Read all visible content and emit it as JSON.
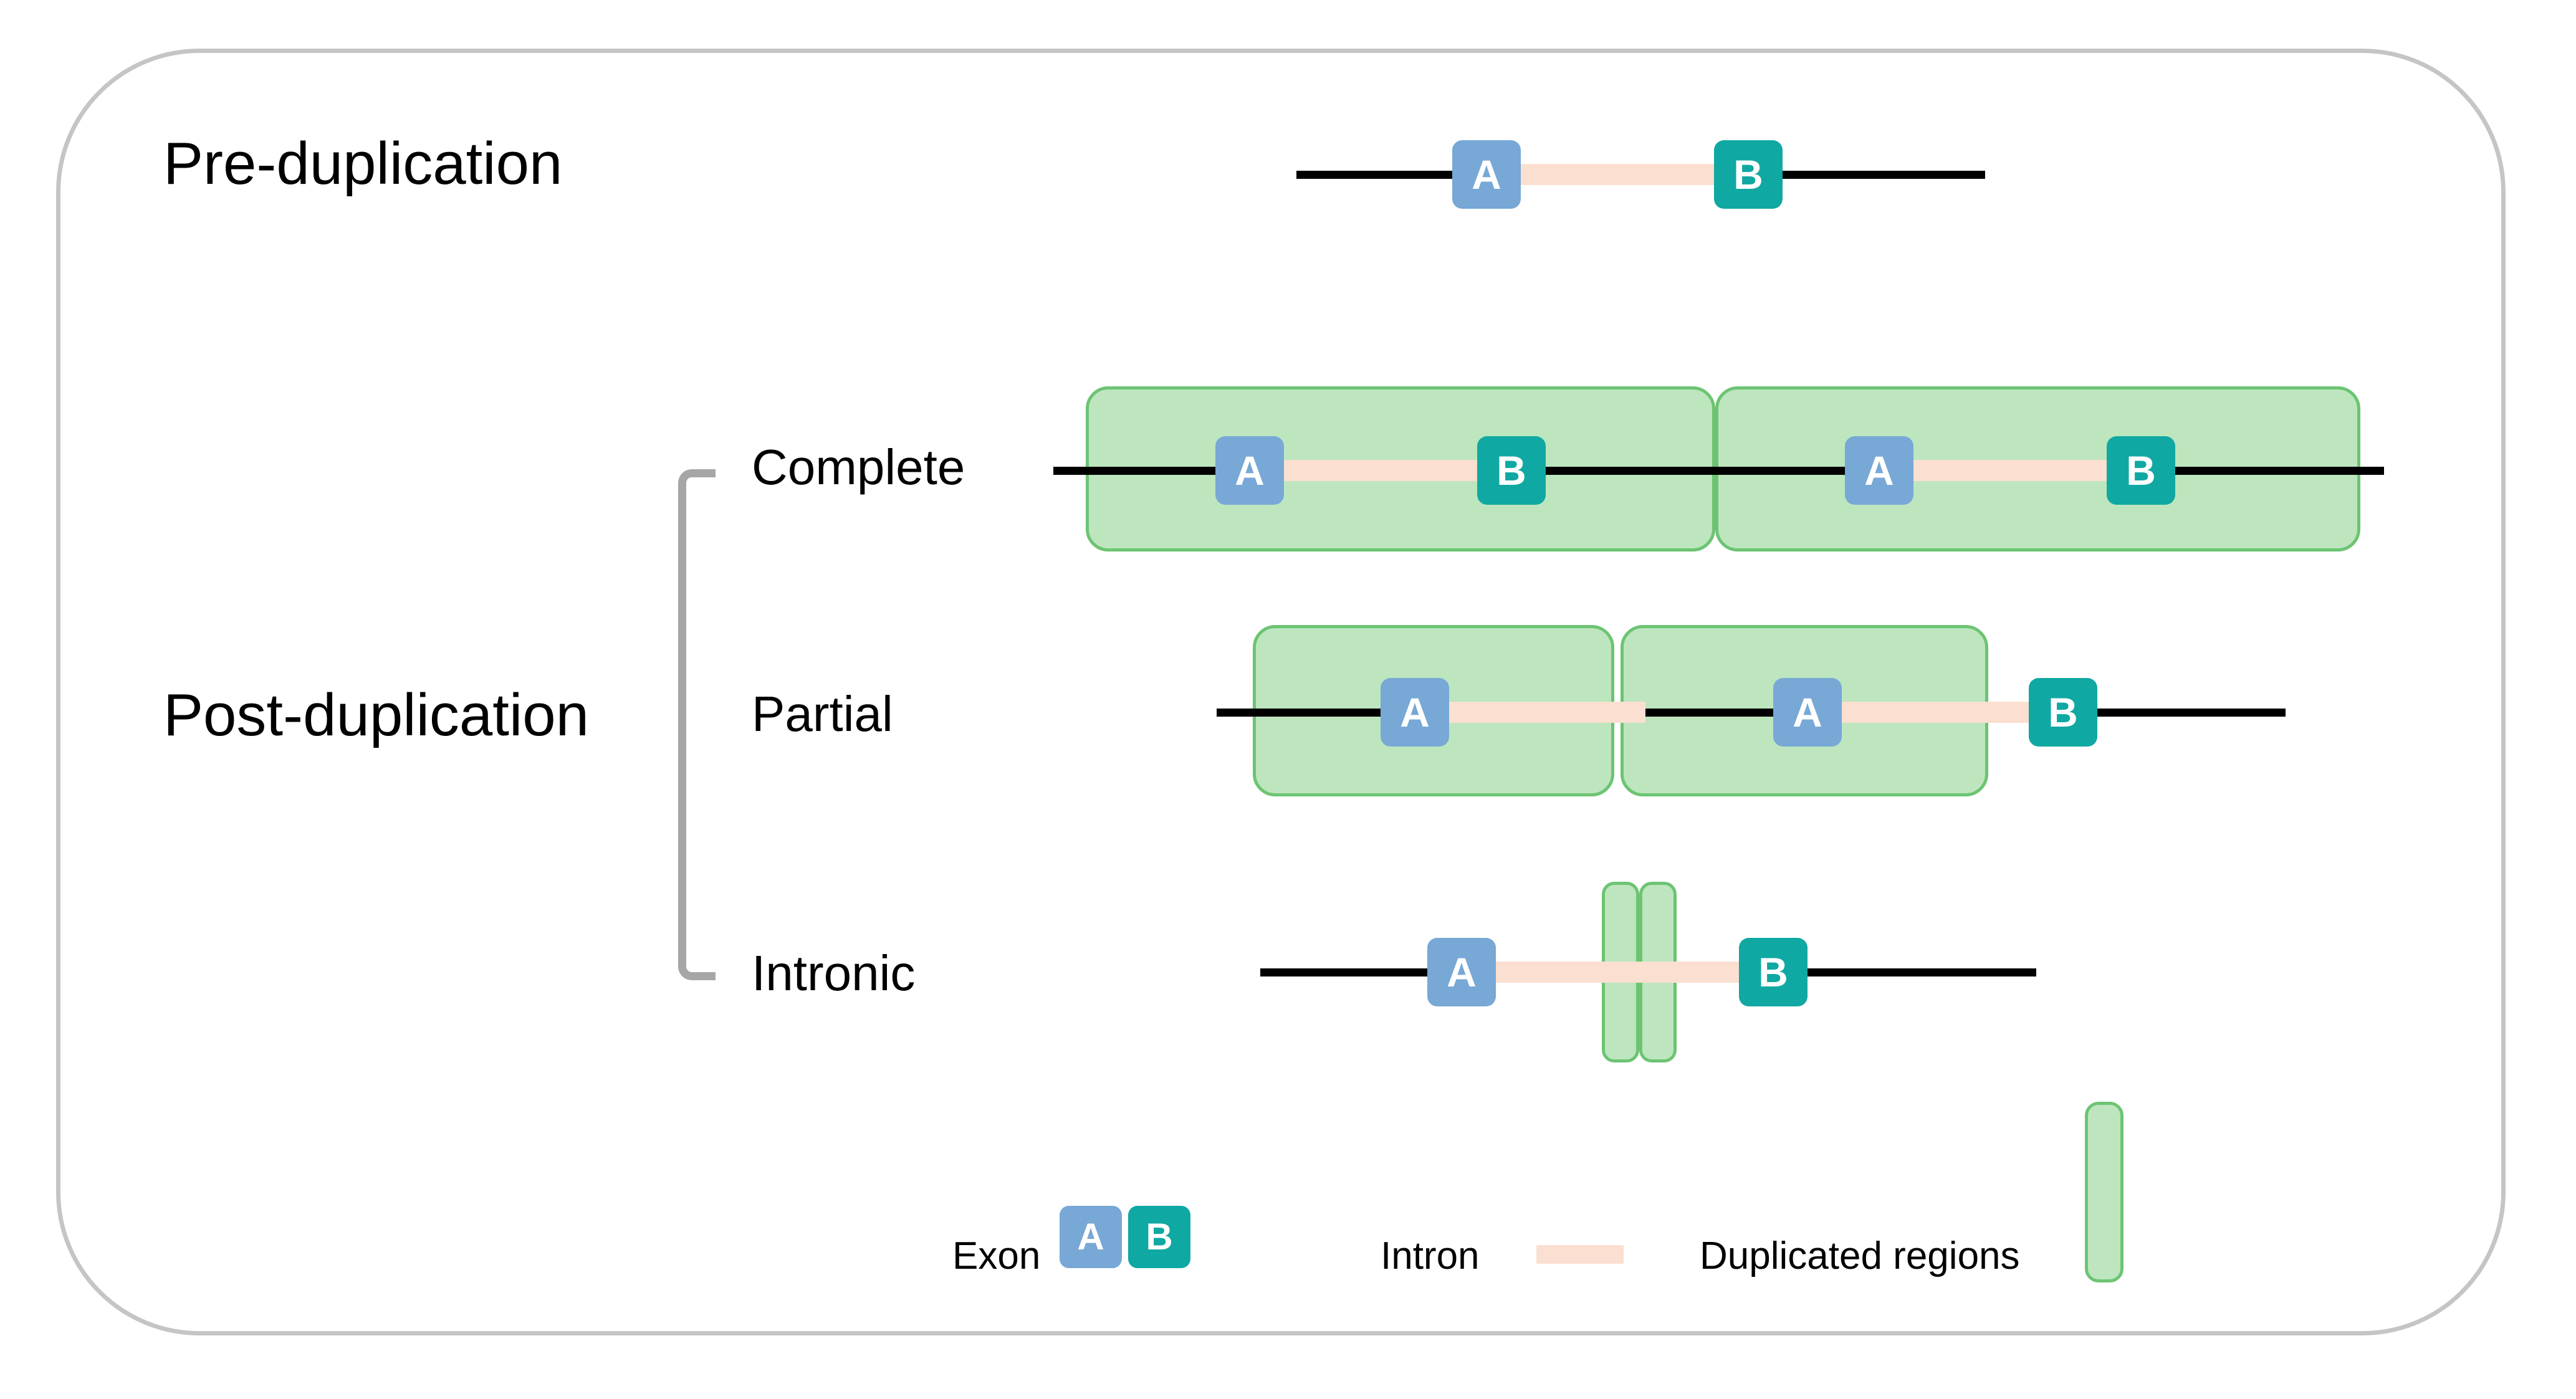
{
  "figure": {
    "title_pre": "Pre-duplication",
    "title_post": "Post-duplication"
  },
  "rows": {
    "pre": {
      "label": "Pre-duplication",
      "exons": [
        {
          "label": "A",
          "type": "exon-a"
        },
        {
          "label": "B",
          "type": "exon-b"
        }
      ],
      "duplicated_regions": 0
    },
    "complete": {
      "label": "Complete",
      "exons": [
        {
          "label": "A",
          "type": "exon-a"
        },
        {
          "label": "B",
          "type": "exon-b"
        },
        {
          "label": "A",
          "type": "exon-a"
        },
        {
          "label": "B",
          "type": "exon-b"
        }
      ],
      "duplicated_regions": 2
    },
    "partial": {
      "label": "Partial",
      "exons": [
        {
          "label": "A",
          "type": "exon-a"
        },
        {
          "label": "A",
          "type": "exon-a"
        },
        {
          "label": "B",
          "type": "exon-b"
        }
      ],
      "duplicated_regions": 2
    },
    "intronic": {
      "label": "Intronic",
      "exons": [
        {
          "label": "A",
          "type": "exon-a"
        },
        {
          "label": "B",
          "type": "exon-b"
        }
      ],
      "duplicated_regions": 2
    }
  },
  "legend": {
    "exon_label": "Exon",
    "exon_a": "A",
    "exon_b": "B",
    "intron_label": "Intron",
    "dup_label": "Duplicated regions"
  },
  "colors": {
    "exon_a": "#77a8d6",
    "exon_b": "#10a8a2",
    "intron": "#fbdfd0",
    "duplicated_fill": "#bde6bf",
    "duplicated_border": "#6cc472",
    "backbone": "#000000",
    "frame": "#c5c5c5",
    "bracket": "#a6a6a6"
  }
}
